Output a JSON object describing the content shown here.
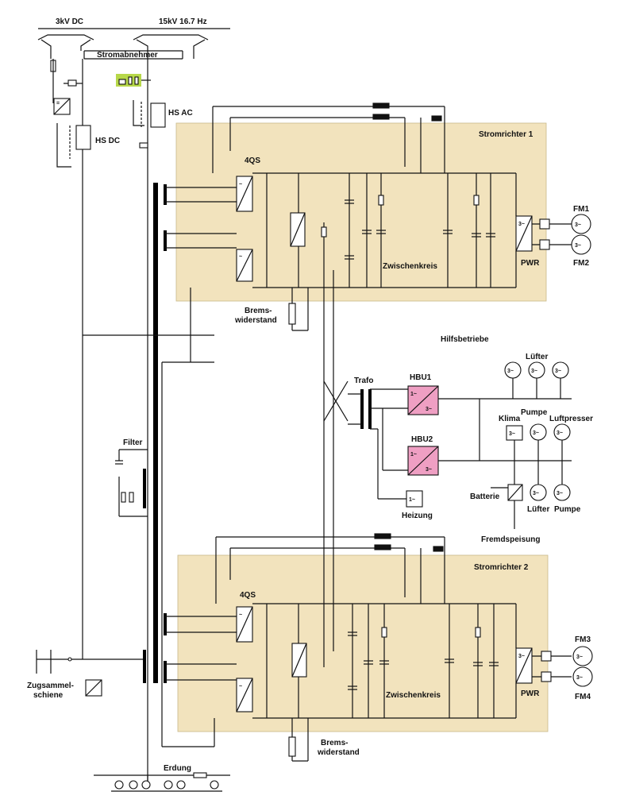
{
  "colors": {
    "converter_region": "#f2e3bd",
    "auxiliary_converter": "#ef9fc3",
    "filter_highlight": "#b7d84a",
    "wire": "#111111"
  },
  "labels": {
    "voltage_dc": "3kV DC",
    "voltage_ac": "15kV 16.7 Hz",
    "pantograph": "Stromabnehmer",
    "hs_ac": "HS AC",
    "hs_dc": "HS DC",
    "filter": "Filter",
    "train_bus_line1": "Zugsammel-",
    "train_bus_line2": "schiene",
    "earthing": "Erdung",
    "auxiliaries": "Hilfsbetriebe",
    "transformer": "Trafo",
    "heating": "Heizung",
    "battery": "Batterie",
    "external_supply": "Fremdspeisung",
    "fan_top": "Lüfter",
    "pump_top": "Pumpe",
    "air_compressor": "Luftpresser",
    "climate": "Klima",
    "fan_bottom": "Lüfter",
    "pump_bottom": "Pumpe"
  },
  "converters": [
    {
      "title": "Stromrichter 1",
      "four_qs": "4QS",
      "dc_link": "Zwischenkreis",
      "inverter": "PWR",
      "brake_line1": "Brems-",
      "brake_line2": "widerstand",
      "motor_a": "FM1",
      "motor_b": "FM2"
    },
    {
      "title": "Stromrichter 2",
      "four_qs": "4QS",
      "dc_link": "Zwischenkreis",
      "inverter": "PWR",
      "brake_line1": "Brems-",
      "brake_line2": "widerstand",
      "motor_a": "FM3",
      "motor_b": "FM4"
    }
  ],
  "aux_converters": [
    {
      "name": "HBU1",
      "in": "1~",
      "out": "3~"
    },
    {
      "name": "HBU2",
      "in": "1~",
      "out": "3~"
    }
  ],
  "symbols": {
    "three_phase": "3~",
    "single_phase": "1~",
    "ac": "~",
    "dc": "="
  }
}
